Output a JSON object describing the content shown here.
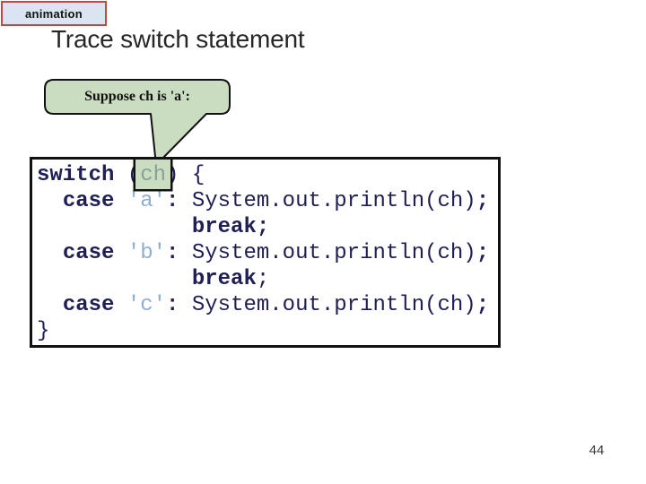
{
  "slide": {
    "badge_label": "animation",
    "title": "Trace switch statement",
    "callout_text": "Suppose ch is 'a':",
    "page_number": "44"
  },
  "code": {
    "language": "java",
    "highlighted_token": "ch",
    "style_legend": {
      "p": "plain",
      "k": "keyword-bold",
      "l": "char-literal",
      "h": "highlighted-variable"
    },
    "lines": [
      [
        {
          "t": "switch",
          "s": "k"
        },
        {
          "t": " (",
          "s": "p"
        },
        {
          "t": "ch",
          "s": "h"
        },
        {
          "t": ") {",
          "s": "p"
        }
      ],
      [
        {
          "t": "  ",
          "s": "p"
        },
        {
          "t": "case",
          "s": "k"
        },
        {
          "t": " ",
          "s": "p"
        },
        {
          "t": "'a'",
          "s": "l"
        },
        {
          "t": ":",
          "s": "k"
        },
        {
          "t": " System.out.println(ch)",
          "s": "p"
        },
        {
          "t": ";",
          "s": "k"
        }
      ],
      [
        {
          "t": "            ",
          "s": "p"
        },
        {
          "t": "break;",
          "s": "k"
        }
      ],
      [
        {
          "t": "  ",
          "s": "p"
        },
        {
          "t": "case",
          "s": "k"
        },
        {
          "t": " ",
          "s": "p"
        },
        {
          "t": "'b'",
          "s": "l"
        },
        {
          "t": ":",
          "s": "k"
        },
        {
          "t": " System.out.println(ch)",
          "s": "p"
        },
        {
          "t": ";",
          "s": "k"
        }
      ],
      [
        {
          "t": "            ",
          "s": "p"
        },
        {
          "t": "break",
          "s": "k"
        },
        {
          "t": ";",
          "s": "p"
        }
      ],
      [
        {
          "t": "  ",
          "s": "p"
        },
        {
          "t": "case",
          "s": "k"
        },
        {
          "t": " ",
          "s": "p"
        },
        {
          "t": "'c'",
          "s": "l"
        },
        {
          "t": ":",
          "s": "k"
        },
        {
          "t": " System.out.println(ch)",
          "s": "p"
        },
        {
          "t": ";",
          "s": "k"
        }
      ],
      [
        {
          "t": "}",
          "s": "p"
        }
      ]
    ]
  },
  "colors": {
    "code_text_navy": "#1f1f55",
    "char_literal_blue": "#8faed4",
    "callout_green": "#cbddc0",
    "highlight_text_green": "#86a198",
    "badge_border_red": "#bf4b45",
    "badge_bg_blue": "#dbe5f1",
    "outline_black": "#111111",
    "title_gray": "#262626"
  }
}
